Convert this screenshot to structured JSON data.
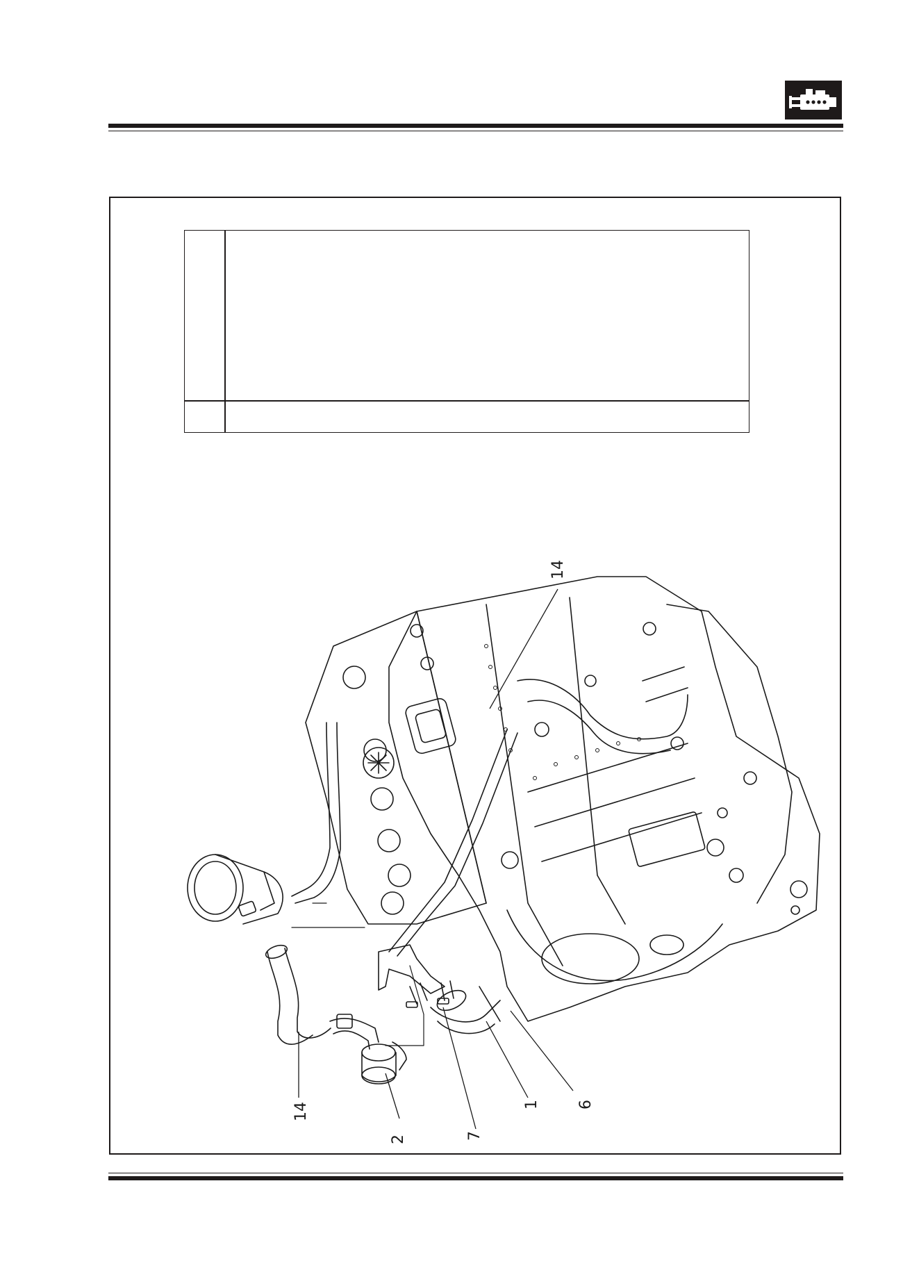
{
  "header": {
    "icon": "engine-icon"
  },
  "table": {
    "row1_col1": "",
    "row1_col2": "",
    "row2_col1": "",
    "row2_col2": ""
  },
  "diagram": {
    "callouts": [
      {
        "id": "14",
        "label": "14"
      },
      {
        "id": "14b",
        "label": "14"
      },
      {
        "id": "2",
        "label": "2"
      },
      {
        "id": "7",
        "label": "7"
      },
      {
        "id": "1",
        "label": "1"
      },
      {
        "id": "6",
        "label": "6"
      }
    ]
  }
}
